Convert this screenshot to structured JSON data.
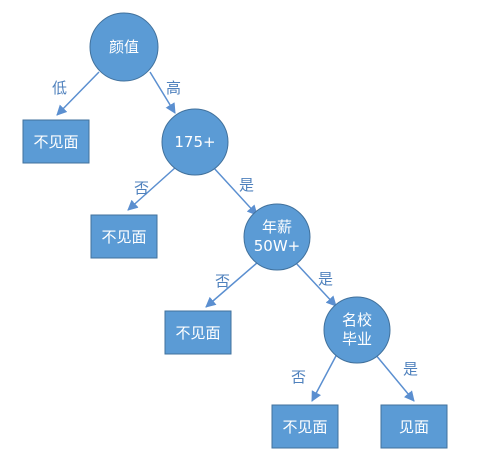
{
  "decision_tree": {
    "decisions": {
      "root": "颜值",
      "height": "175+",
      "salary_line1": "年薪",
      "salary_line2": "50W+",
      "school_line1": "名校",
      "school_line2": "毕业"
    },
    "outcomes": {
      "o1": "不见面",
      "o2": "不见面",
      "o3": "不见面",
      "o4": "不见面",
      "o5": "见面"
    },
    "branches": {
      "root_low": "低",
      "root_high": "高",
      "height_no": "否",
      "height_yes": "是",
      "salary_no": "否",
      "salary_yes": "是",
      "school_no": "否",
      "school_yes": "是"
    },
    "colors": {
      "node_fill": "#5b9bd5",
      "node_border": "#41719c",
      "line": "#5b8fd0",
      "branch_label": "#4f81bd"
    }
  }
}
